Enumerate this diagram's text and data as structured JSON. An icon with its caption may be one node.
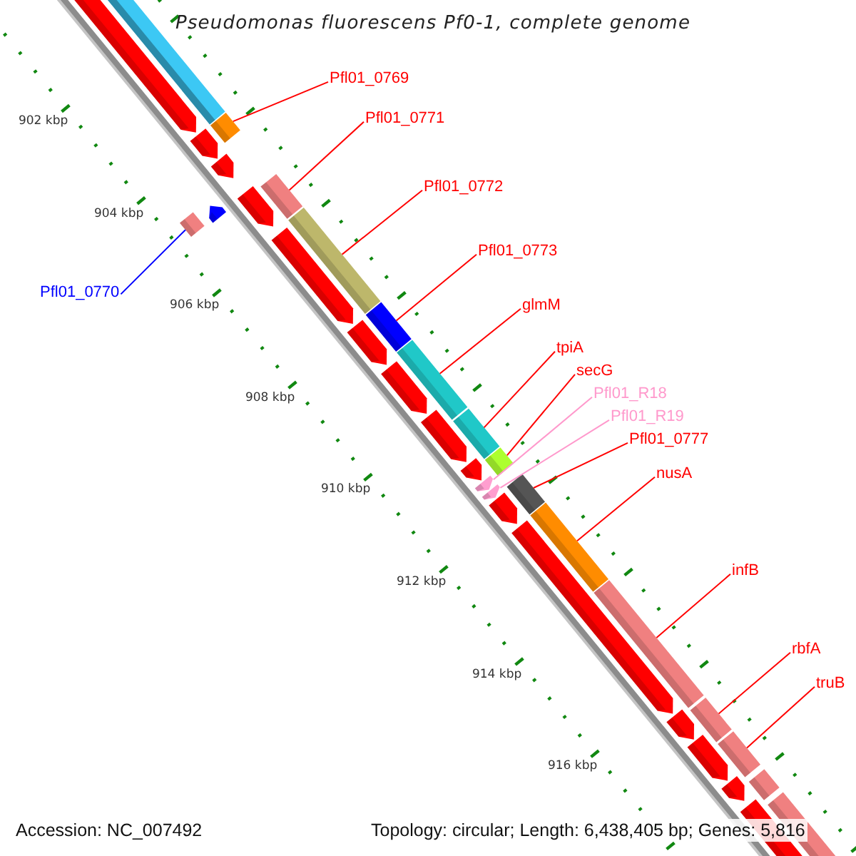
{
  "diagram": {
    "title": "Pseudomonas fluorescens Pf0-1, complete genome",
    "nodes": [
      {
        "text": [
          "Pfl01_0769"
        ]
      },
      {
        "text": [
          "Pfl01_0771"
        ]
      },
      {
        "text": [
          "Pfl01_0772"
        ]
      },
      {
        "text": [
          "Pfl01_0773"
        ]
      },
      {
        "text": [
          "glmM"
        ]
      },
      {
        "text": [
          "tpiA"
        ]
      },
      {
        "text": [
          "secG"
        ]
      },
      {
        "text": [
          "Pfl01_R18"
        ]
      },
      {
        "text": [
          "Pfl01_R19"
        ]
      },
      {
        "text": [
          "Pfl01_0777"
        ]
      },
      {
        "text": [
          "nusA"
        ]
      },
      {
        "text": [
          "infB"
        ]
      },
      {
        "text": [
          "rbfA"
        ]
      },
      {
        "text": [
          "truB"
        ]
      },
      {
        "text": [
          "Pfl01_0770"
        ]
      },
      {
        "text": [],
        "shape": "bar"
      },
      {
        "text": [],
        "shape": "bar"
      },
      {
        "text": [],
        "shape": "bar"
      },
      {
        "text": [],
        "shape": "bar"
      },
      {
        "text": [],
        "shape": "bar"
      },
      {
        "text": [],
        "shape": "bar"
      },
      {
        "text": [],
        "shape": "bar"
      },
      {
        "text": [],
        "shape": "bar"
      },
      {
        "text": [],
        "shape": "arrow"
      },
      {
        "text": [],
        "shape": "arrow"
      },
      {
        "text": [],
        "shape": "bar"
      },
      {
        "text": [],
        "shape": "bar"
      },
      {
        "text": [],
        "shape": "bar"
      },
      {
        "text": [],
        "shape": "bar"
      },
      {
        "text": [],
        "shape": "bar"
      }
    ],
    "edges": [
      {
        "from": 0,
        "to": 15,
        "arrow": "none"
      },
      {
        "from": 1,
        "to": 17,
        "arrow": "none"
      },
      {
        "from": 2,
        "to": 18,
        "arrow": "none"
      },
      {
        "from": 3,
        "to": 19,
        "arrow": "none"
      },
      {
        "from": 4,
        "to": 20,
        "arrow": "none"
      },
      {
        "from": 5,
        "to": 21,
        "arrow": "none"
      },
      {
        "from": 6,
        "to": 22,
        "arrow": "none"
      },
      {
        "from": 7,
        "to": 23,
        "arrow": "none",
        "color": "#ff99cc"
      },
      {
        "from": 8,
        "to": 24,
        "arrow": "none",
        "color": "#ff99cc"
      },
      {
        "from": 9,
        "to": 25,
        "arrow": "none"
      },
      {
        "from": 10,
        "to": 26,
        "arrow": "none"
      },
      {
        "from": 11,
        "to": 27,
        "arrow": "none"
      },
      {
        "from": 12,
        "to": 28,
        "arrow": "none"
      },
      {
        "from": 13,
        "to": 29,
        "arrow": "none"
      },
      {
        "from": 14,
        "to": 16,
        "arrow": "none",
        "color": "#0000ff"
      }
    ],
    "labels": [
      "902 kbp",
      "904 kbp",
      "906 kbp",
      "908 kbp",
      "910 kbp",
      "912 kbp",
      "914 kbp",
      "916 kbp",
      "Accession: NC_007492",
      "Topology: circular; Length: 6,438,405 bp; Genes: 5,816"
    ]
  }
}
